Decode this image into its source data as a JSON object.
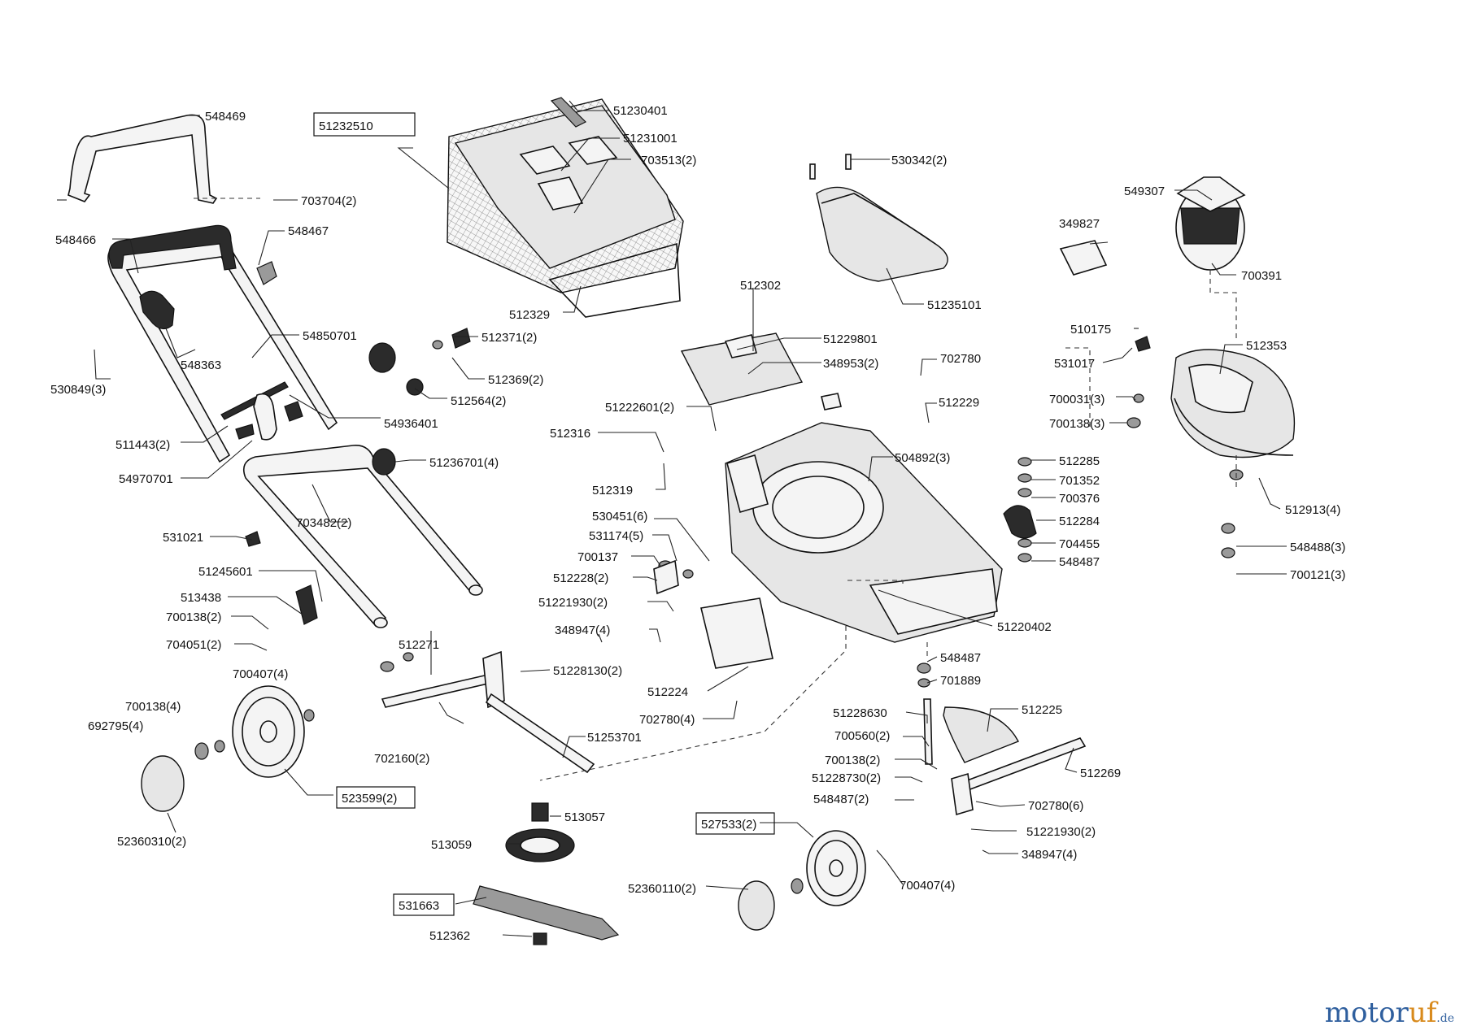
{
  "labels": {
    "l548469": "548469",
    "l703704": "703704(2)",
    "l548466": "548466",
    "l548467": "548467",
    "l54850701": "54850701",
    "l548363": "548363",
    "l530849": "530849(3)",
    "l54936401": "54936401",
    "l511443": "511443(2)",
    "l54970701": "54970701",
    "l51232510": "51232510",
    "l51230401": "51230401",
    "l51231001": "51231001",
    "l703513": "703513(2)",
    "l512329": "512329",
    "l512371": "512371(2)",
    "l512369": "512369(2)",
    "l512564": "512564(2)",
    "l51236701": "51236701(4)",
    "l703482": "703482(2)",
    "l531021": "531021",
    "l51245601": "51245601",
    "l513438": "513438",
    "l700138a": "700138(2)",
    "l704051": "704051(2)",
    "l530342": "530342(2)",
    "l51235101": "51235101",
    "l512302": "512302",
    "l51229801": "51229801",
    "l348953": "348953(2)",
    "l702780a": "702780",
    "l51222601": "51222601(2)",
    "l512229": "512229",
    "l512316": "512316",
    "l504892": "504892(3)",
    "l512319": "512319",
    "l530451": "530451(6)",
    "l531174": "531174(5)",
    "l700137": "700137",
    "l512228": "512228(2)",
    "l51221930a": "51221930(2)",
    "l348947a": "348947(4)",
    "l512224": "512224",
    "l702780b": "702780(4)",
    "l51220402": "51220402",
    "l549307": "549307",
    "l349827": "349827",
    "l700391": "700391",
    "l510175": "510175",
    "l531017": "531017",
    "l512353": "512353",
    "l700031": "700031(3)",
    "l700138b": "700138(3)",
    "l512913": "512913(4)",
    "l548488": "548488(3)",
    "l700121": "700121(3)",
    "l512285": "512285",
    "l701352": "701352",
    "l700376": "700376",
    "l512284": "512284",
    "l704455": "704455",
    "l548487a": "548487",
    "l548487b": "548487",
    "l701889": "701889",
    "l512271": "512271",
    "l51228130": "51228130(2)",
    "l700407a": "700407(4)",
    "l700138c": "700138(4)",
    "l692795": "692795(4)",
    "l702160": "702160(2)",
    "l51253701": "51253701",
    "l523599": "523599(2)",
    "l52360310": "52360310(2)",
    "l513057": "513057",
    "l513059": "513059",
    "l531663": "531663",
    "l512362": "512362",
    "l51228630": "51228630",
    "l512225": "512225",
    "l700560": "700560(2)",
    "l700138d": "700138(2)",
    "l51228730": "51228730(2)",
    "l548487c": "548487(2)",
    "l512269": "512269",
    "l702780c": "702780(6)",
    "l527533": "527533(2)",
    "l51221930b": "51221930(2)",
    "l348947b": "348947(4)",
    "l52360110": "52360110(2)",
    "l700407b": "700407(4)"
  },
  "watermark": {
    "main_blue": "motor",
    "main_orange": "uf",
    "suffix": ".de"
  },
  "colors": {
    "line": "#111111",
    "watermark_blue": "#2f5f9e",
    "watermark_orange": "#d88a1c"
  }
}
